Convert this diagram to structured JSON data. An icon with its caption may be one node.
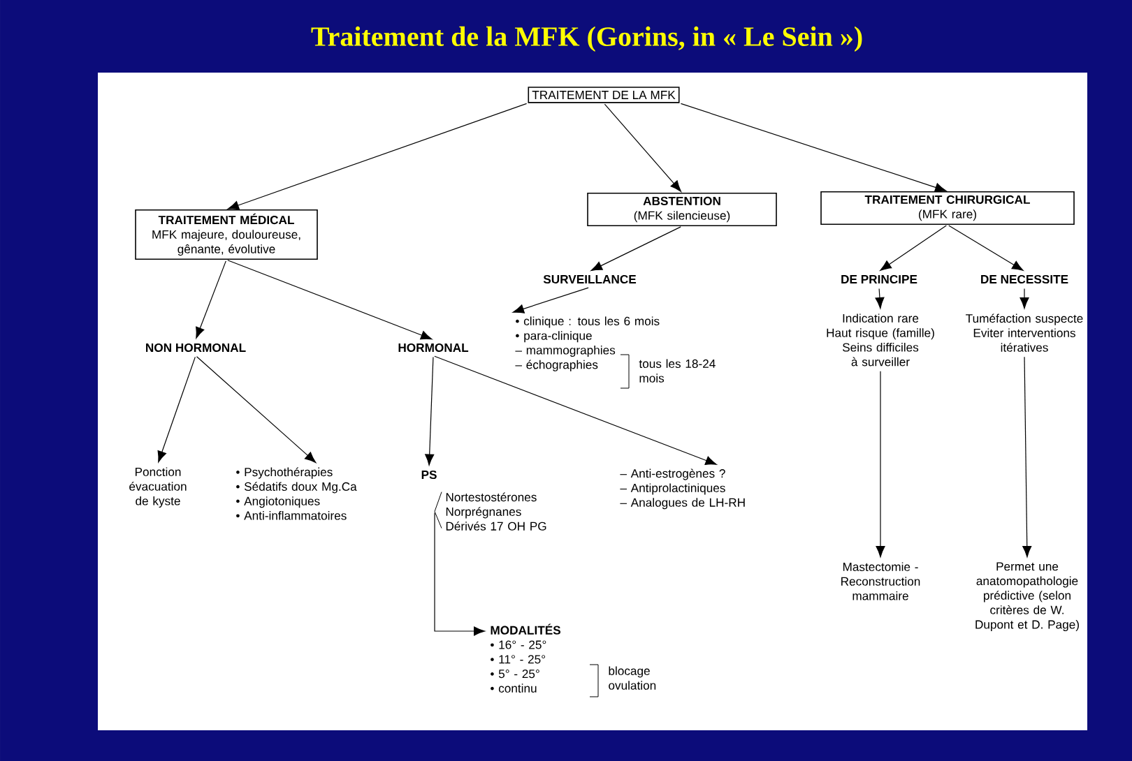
{
  "diagram": {
    "title": "Traitement de la MFK (Gorins, in « Le Sein »)",
    "nodes": [
      {
        "text": [
          "TRAITEMENT DE LA MFK"
        ]
      },
      {
        "text": [
          "TRAITEMENT MÉDICAL",
          "MFK majeure, douloureuse, gênante, évolutive"
        ]
      },
      {
        "text": [
          "ABSTENTION",
          "(MFK silencieuse)"
        ]
      },
      {
        "text": [
          "TRAITEMENT CHIRURGICAL",
          "(MFK rare)"
        ]
      },
      {
        "text": [
          "NON HORMONAL"
        ]
      },
      {
        "text": [
          "HORMONAL"
        ]
      },
      {
        "text": [
          "SURVEILLANCE"
        ]
      },
      {
        "text": [
          "• clinique : tous les 6 mois",
          "• para-clinique",
          "– mammographies",
          "– échographies"
        ]
      },
      {
        "text": [
          "DE PRINCIPE"
        ]
      },
      {
        "text": [
          "DE NECESSITE"
        ]
      },
      {
        "text": [
          "Indication rare",
          "Haut risque (famille)",
          "Seins difficiles à surveiller"
        ]
      },
      {
        "text": [
          "Tuméfaction suspecte",
          "Eviter interventions itératives"
        ]
      },
      {
        "text": [
          "Ponction évacuation de kyste"
        ]
      },
      {
        "text": [
          "• Psychothérapies",
          "• Sédatifs doux Mg.Ca",
          "• Angiotoniques",
          "• Anti-inflammatoires"
        ]
      },
      {
        "text": [
          "PS"
        ]
      },
      {
        "text": [
          "Nortestostérones",
          "Norprégnanes",
          "Dérivés 17 OH PG"
        ]
      },
      {
        "text": [
          "– Anti-estrogènes ?",
          "– Antiprolactiniques",
          "– Analogues de LH-RH"
        ]
      },
      {
        "text": [
          "MODALITÉS",
          "• 16° - 25°",
          "• 11° - 25°",
          "• 5° - 25°",
          "• continu"
        ]
      },
      {
        "text": [
          "Mastectomie - Reconstruction mammaire"
        ]
      },
      {
        "text": [
          "Permet une anatomopathologie prédictive (selon critères de W. Dupont et D. Page)"
        ]
      }
    ],
    "edges": [
      {
        "from": 0,
        "to": 1,
        "arrow": "to"
      },
      {
        "from": 0,
        "to": 2,
        "arrow": "to"
      },
      {
        "from": 0,
        "to": 3,
        "arrow": "to"
      },
      {
        "from": 1,
        "to": 4,
        "arrow": "to"
      },
      {
        "from": 1,
        "to": 5,
        "arrow": "to"
      },
      {
        "from": 2,
        "to": 6,
        "arrow": "to"
      },
      {
        "from": 6,
        "to": 7,
        "arrow": "to"
      },
      {
        "from": 3,
        "to": 8,
        "arrow": "to"
      },
      {
        "from": 3,
        "to": 9,
        "arrow": "to"
      },
      {
        "from": 8,
        "to": 10,
        "arrow": "to"
      },
      {
        "from": 9,
        "to": 11,
        "arrow": "to"
      },
      {
        "from": 4,
        "to": 12,
        "arrow": "to"
      },
      {
        "from": 4,
        "to": 13,
        "arrow": "to"
      },
      {
        "from": 5,
        "to": 14,
        "arrow": "to"
      },
      {
        "from": 5,
        "to": 16,
        "arrow": "to"
      },
      {
        "from": 15,
        "to": 17,
        "arrow": "to"
      },
      {
        "from": 10,
        "to": 18,
        "arrow": "to"
      },
      {
        "from": 11,
        "to": 19,
        "arrow": "to"
      }
    ],
    "labels": [
      "tous les 18-24 mois",
      "blocage ovulation"
    ]
  }
}
